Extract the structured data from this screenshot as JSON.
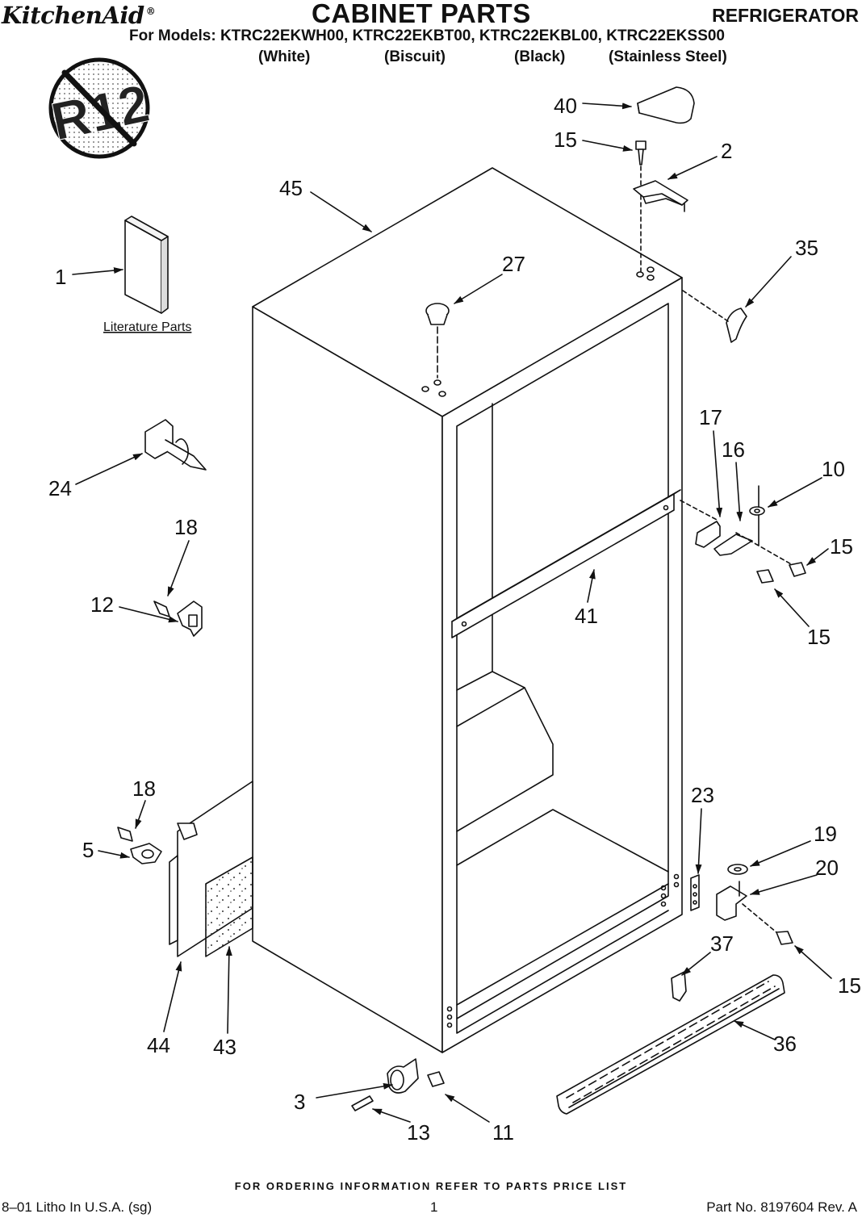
{
  "header": {
    "brand": "KitchenAid",
    "brand_mark": "®",
    "title": "CABINET PARTS",
    "appliance": "REFRIGERATOR",
    "models_line": "For Models: KTRC22EKWH00, KTRC22EKBT00, KTRC22EKBL00, KTRC22EKSS00",
    "variants": [
      "(White)",
      "(Biscuit)",
      "(Black)",
      "(Stainless Steel)"
    ]
  },
  "badge": {
    "text": "R12",
    "meaning": "no-R12-refrigerant"
  },
  "literature_label": "Literature Parts",
  "callouts": [
    "40",
    "15",
    "2",
    "45",
    "35",
    "1",
    "27",
    "17",
    "16",
    "10",
    "24",
    "18",
    "15",
    "12",
    "41",
    "15",
    "23",
    "18",
    "19",
    "5",
    "20",
    "37",
    "15",
    "44",
    "43",
    "36",
    "3",
    "13",
    "11"
  ],
  "footer": {
    "ordering_note": "FOR ORDERING INFORMATION REFER TO PARTS PRICE LIST",
    "litho": "8–01 Litho In U.S.A. (sg)",
    "page": "1",
    "part_no": "Part No. 8197604 Rev. A"
  }
}
